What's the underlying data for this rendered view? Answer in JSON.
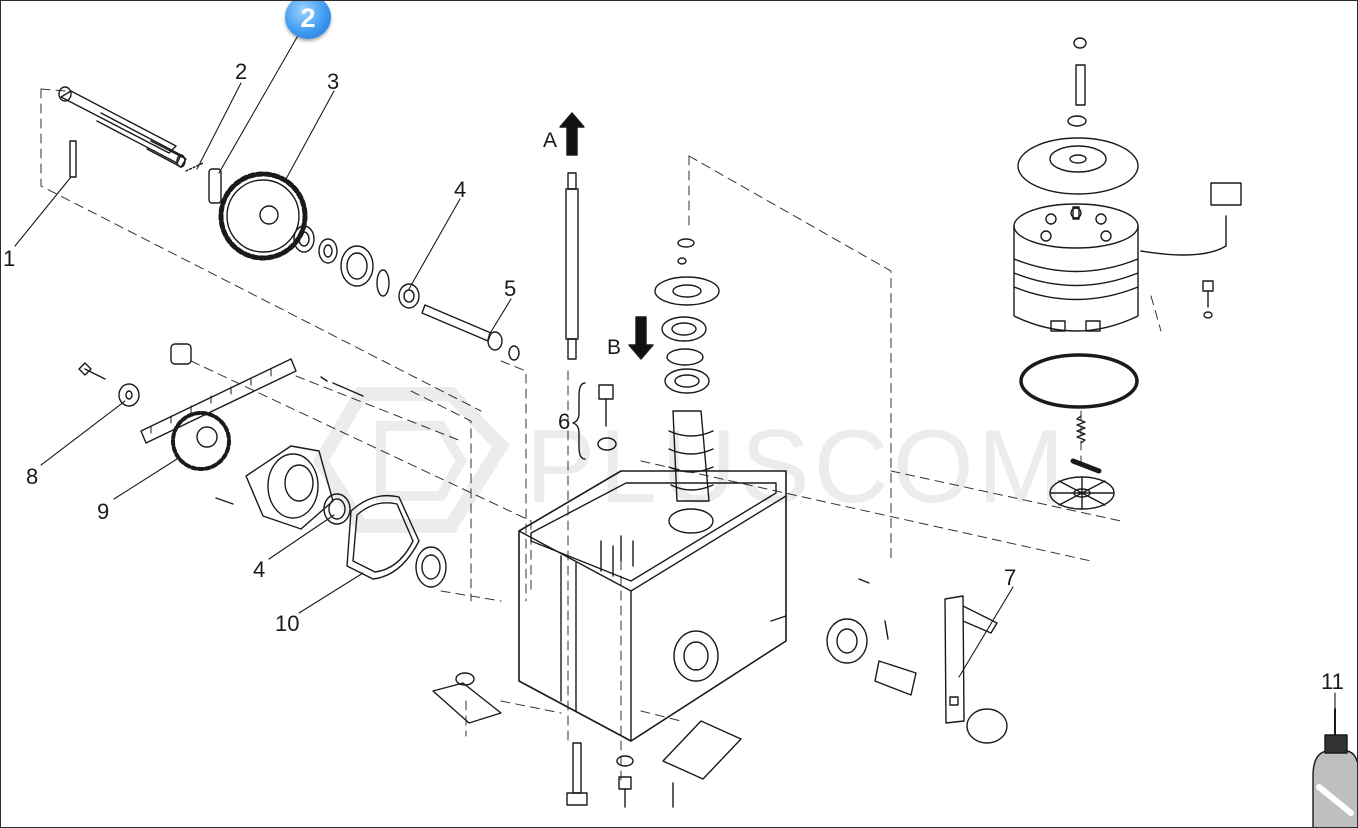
{
  "badge": {
    "label": "2"
  },
  "watermark": {
    "text": "PLUSCOM"
  },
  "parts": {
    "p1": "1",
    "p2": "2",
    "p3": "3",
    "p4a": "4",
    "p4b": "4",
    "p5": "5",
    "p6": "6",
    "p7": "7",
    "p8": "8",
    "p9": "9",
    "p10": "10",
    "p11": "11"
  },
  "directions": {
    "a": "A",
    "b": "B"
  },
  "colors": {
    "line": "#1a1a1a",
    "dash": "#333333",
    "badge": "#3f9cf0",
    "watermark": "#ececec"
  }
}
